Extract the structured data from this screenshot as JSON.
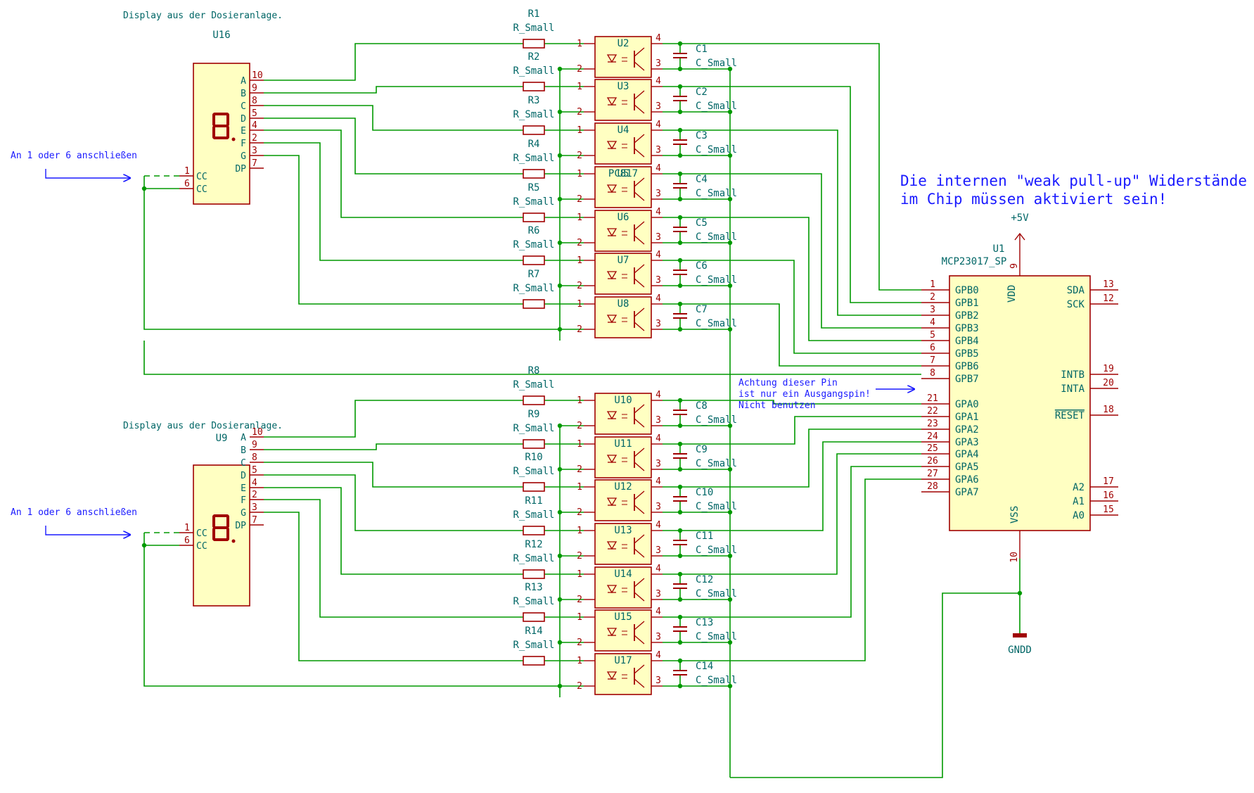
{
  "displays": [
    {
      "ref": "U16",
      "title": "Display aus der Dosieranlage.",
      "connect_note": "An 1 oder 6 anschließen"
    },
    {
      "ref": "U9",
      "title": "Display aus der Dosieranlage.",
      "connect_note": "An 1 oder 6 anschließen"
    }
  ],
  "display_pins": {
    "right_labels": [
      "A",
      "B",
      "C",
      "D",
      "E",
      "F",
      "G",
      "DP"
    ],
    "right_numbers": [
      "10",
      "9",
      "8",
      "5",
      "4",
      "2",
      "3",
      "7"
    ],
    "left_labels": [
      "CC",
      "CC"
    ],
    "left_numbers": [
      "1",
      "6"
    ]
  },
  "resistors": {
    "value": "R_Small",
    "refs": [
      "R1",
      "R2",
      "R3",
      "R4",
      "R5",
      "R6",
      "R7",
      "R8",
      "R9",
      "R10",
      "R11",
      "R12",
      "R13",
      "R14"
    ]
  },
  "optocouplers": {
    "refs": [
      "U2",
      "U3",
      "U4",
      "U5",
      "U6",
      "U7",
      "U8",
      "U10",
      "U11",
      "U12",
      "U13",
      "U14",
      "U15",
      "U17"
    ],
    "part_label": "PC817",
    "pin_left": [
      "1",
      "2"
    ],
    "pin_right": [
      "4",
      "3"
    ]
  },
  "capacitors": {
    "value": "C_Small",
    "refs": [
      "C1",
      "C2",
      "C3",
      "C4",
      "C5",
      "C6",
      "C7",
      "C8",
      "C9",
      "C10",
      "C11",
      "C12",
      "C13",
      "C14"
    ]
  },
  "mcu": {
    "ref": "U1",
    "part": "MCP23017_SP",
    "left_pins": [
      {
        "num": "1",
        "name": "GPB0"
      },
      {
        "num": "2",
        "name": "GPB1"
      },
      {
        "num": "3",
        "name": "GPB2"
      },
      {
        "num": "4",
        "name": "GPB3"
      },
      {
        "num": "5",
        "name": "GPB4"
      },
      {
        "num": "6",
        "name": "GPB5"
      },
      {
        "num": "7",
        "name": "GPB6"
      },
      {
        "num": "8",
        "name": "GPB7"
      },
      {
        "num": "21",
        "name": "GPA0"
      },
      {
        "num": "22",
        "name": "GPA1"
      },
      {
        "num": "23",
        "name": "GPA2"
      },
      {
        "num": "24",
        "name": "GPA3"
      },
      {
        "num": "25",
        "name": "GPA4"
      },
      {
        "num": "26",
        "name": "GPA5"
      },
      {
        "num": "27",
        "name": "GPA6"
      },
      {
        "num": "28",
        "name": "GPA7"
      }
    ],
    "right_pins": [
      {
        "num": "13",
        "name": "SDA"
      },
      {
        "num": "12",
        "name": "SCK"
      },
      {
        "num": "19",
        "name": "INTB"
      },
      {
        "num": "20",
        "name": "INTA"
      },
      {
        "num": "18",
        "name": "RESET"
      },
      {
        "num": "17",
        "name": "A2"
      },
      {
        "num": "16",
        "name": "A1"
      },
      {
        "num": "15",
        "name": "A0"
      }
    ],
    "vdd_name": "VDD",
    "vdd_num": "9",
    "vss_name": "VSS",
    "vss_num": "10"
  },
  "power": {
    "vcc_label": "+5V",
    "gnd_label": "GNDD"
  },
  "notes": {
    "pullup_line1": "Die internen \"weak pull-up\" Widerstände",
    "pullup_line2": "im Chip müssen aktiviert sein!",
    "gpb7_line1": "Achtung dieser Pin",
    "gpb7_line2": "ist nur ein Ausgangspin!",
    "gpb7_line3": "Nicht benutzen"
  },
  "colors": {
    "wire": "#009900",
    "symbol": "#a00000",
    "fill": "#ffffc2",
    "ref_text": "#006666",
    "note": "#1a1aff"
  }
}
